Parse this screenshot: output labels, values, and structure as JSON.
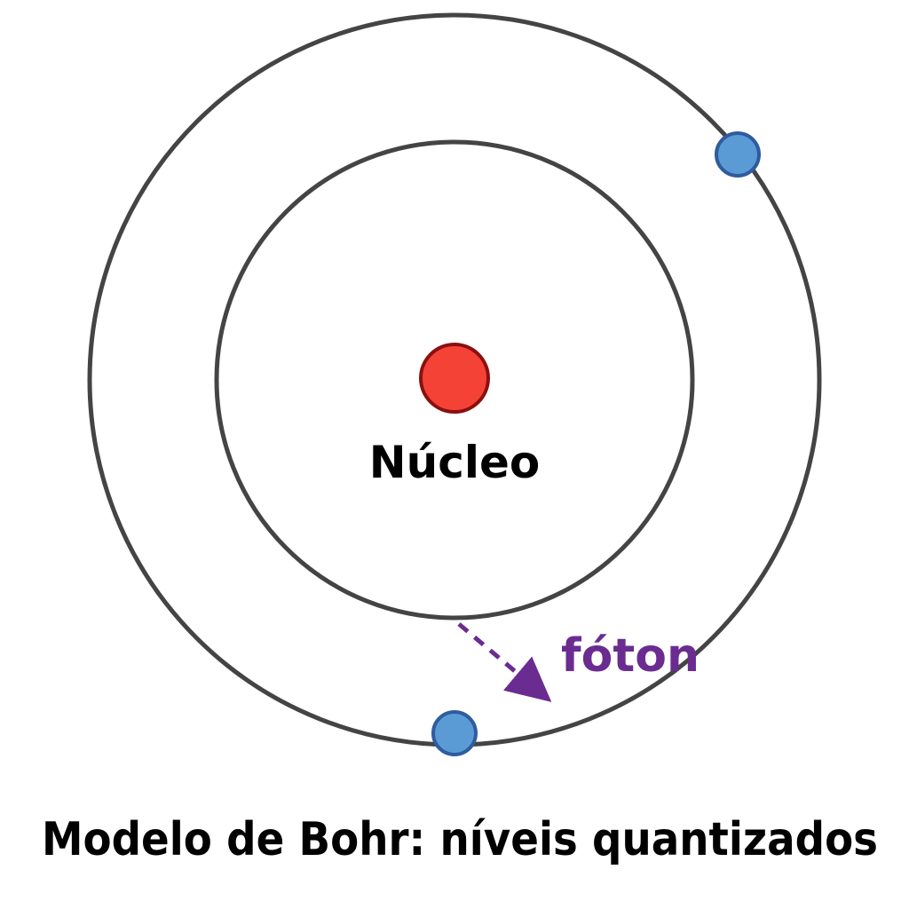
{
  "title": "Modelo de Bohr: níveis quantizados",
  "nucleus": {
    "label": "Núcleo",
    "icon": "nucleus-dot",
    "fill": "#f44336",
    "stroke": "#8b1010"
  },
  "orbits": [
    {
      "name": "inner-orbit",
      "color": "#444444"
    },
    {
      "name": "outer-orbit",
      "color": "#444444"
    }
  ],
  "electrons": [
    {
      "name": "electron-outer-top-right",
      "fill": "#5b9bd5",
      "stroke": "#2f5c9e"
    },
    {
      "name": "electron-outer-bottom",
      "fill": "#5b9bd5",
      "stroke": "#2f5c9e"
    }
  ],
  "photon": {
    "label": "fóton",
    "color": "#6a2c91",
    "style": "dashed-arrow"
  }
}
